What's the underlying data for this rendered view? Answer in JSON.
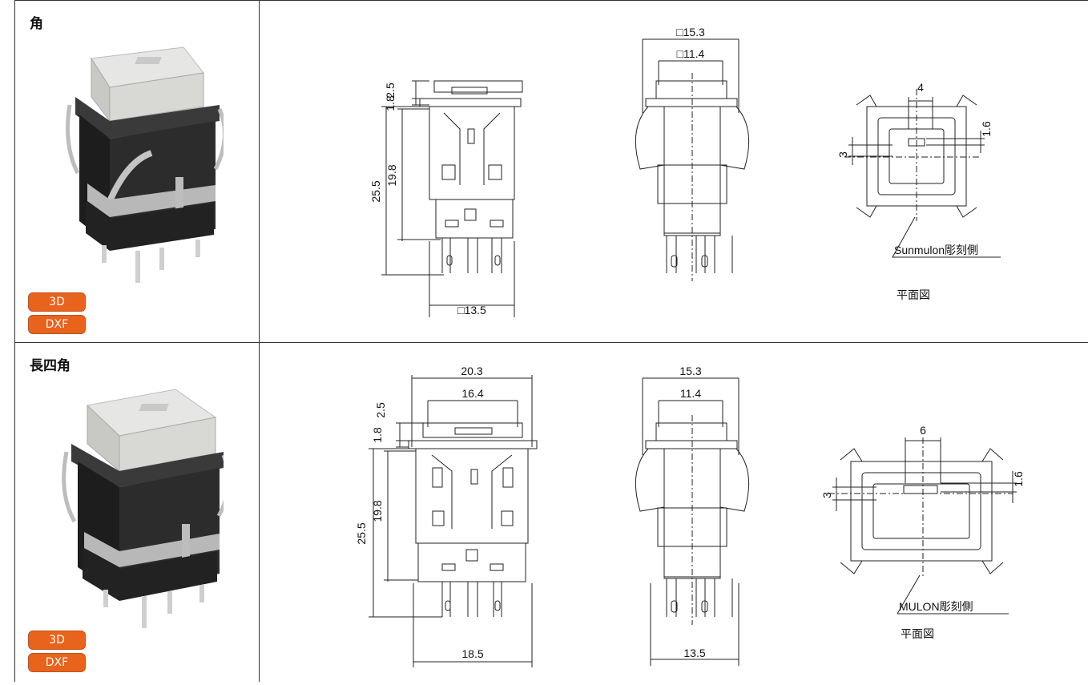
{
  "rows": [
    {
      "title": "角",
      "buttons": [
        "3D",
        "DXF"
      ],
      "dims": {
        "side_top": "2.5",
        "side_collar": "1.8",
        "side_total": "25.5",
        "side_body": "19.8",
        "side_bottom": "□13.5",
        "front_outer": "□15.3",
        "front_inner": "□11.4",
        "plan_width": "4",
        "plan_right": "1.6",
        "plan_left": "3",
        "engraving": "Sunmulon彫刻側",
        "plan_caption": "平面図"
      }
    },
    {
      "title": "長四角",
      "buttons": [
        "3D",
        "DXF"
      ],
      "dims": {
        "side_outer": "20.3",
        "side_inner": "16.4",
        "side_top": "2.5",
        "side_collar": "1.8",
        "side_total": "25.5",
        "side_body": "19.8",
        "side_bottom": "18.5",
        "front_outer": "15.3",
        "front_inner": "11.4",
        "front_bottom": "13.5",
        "plan_width": "6",
        "plan_right": "1.6",
        "plan_left": "3",
        "engraving": "MULON彫刻側",
        "plan_caption": "平面図"
      }
    }
  ]
}
